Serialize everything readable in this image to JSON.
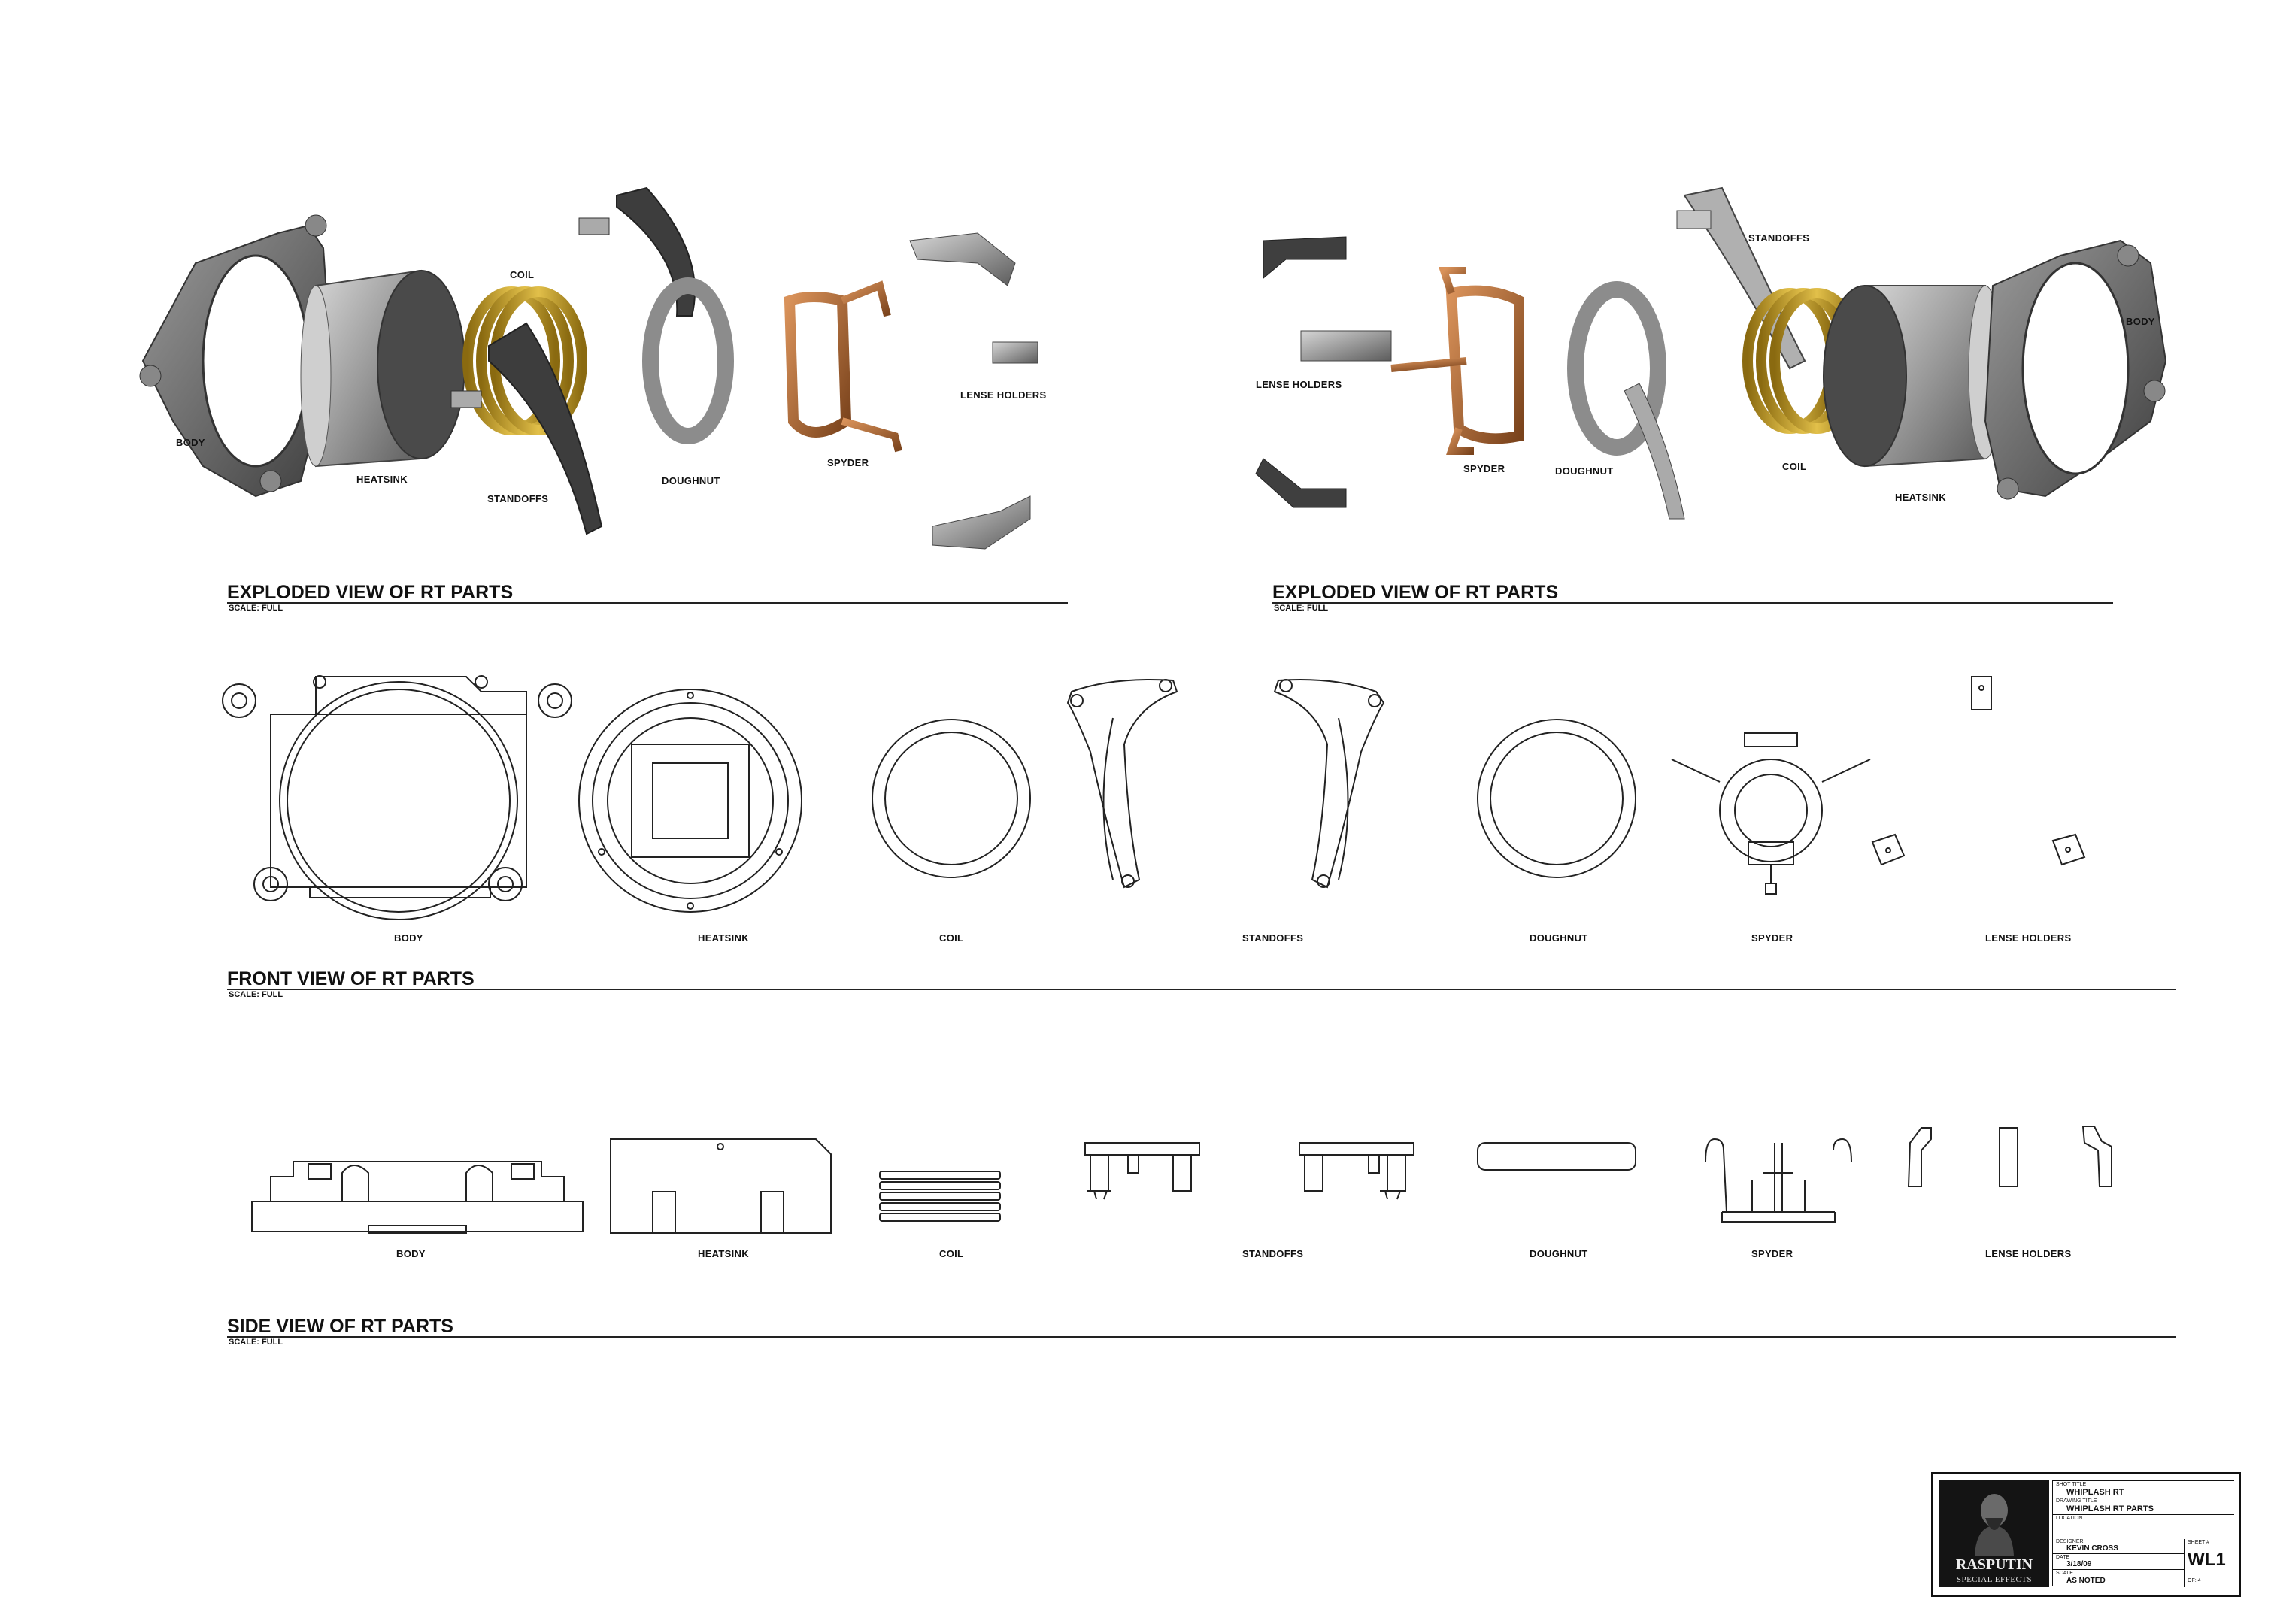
{
  "sections": {
    "exploded_left": {
      "title": "EXPLODED VIEW OF RT PARTS",
      "scale": "SCALE: FULL"
    },
    "exploded_right": {
      "title": "EXPLODED VIEW OF RT PARTS",
      "scale": "SCALE: FULL"
    },
    "front": {
      "title": "FRONT VIEW OF RT PARTS",
      "scale": "SCALE: FULL"
    },
    "side": {
      "title": "SIDE VIEW OF RT PARTS",
      "scale": "SCALE: FULL"
    }
  },
  "exploded_left_labels": {
    "body": "BODY",
    "heatsink": "HEATSINK",
    "coil": "COIL",
    "standoffs": "STANDOFFS",
    "doughnut": "DOUGHNUT",
    "spyder": "SPYDER",
    "lense_holders": "LENSE HOLDERS"
  },
  "exploded_right_labels": {
    "lense_holders": "LENSE HOLDERS",
    "spyder": "SPYDER",
    "doughnut": "DOUGHNUT",
    "standoffs": "STANDOFFS",
    "coil": "COIL",
    "heatsink": "HEATSINK",
    "body": "BODY"
  },
  "front_labels": {
    "body": "BODY",
    "heatsink": "HEATSINK",
    "coil": "COIL",
    "standoffs": "STANDOFFS",
    "doughnut": "DOUGHNUT",
    "spyder": "SPYDER",
    "lense_holders": "LENSE HOLDERS"
  },
  "side_labels": {
    "body": "BODY",
    "heatsink": "HEATSINK",
    "coil": "COIL",
    "standoffs": "STANDOFFS",
    "doughnut": "DOUGHNUT",
    "spyder": "SPYDER",
    "lense_holders": "LENSE HOLDERS"
  },
  "title_block": {
    "logo_name": "RASPUTIN",
    "logo_sub": "SPECIAL EFFECTS",
    "project_caption": "SHOT TITLE",
    "project": "WHIPLASH RT",
    "drawing_caption": "DRAWING TITLE",
    "drawing": "WHIPLASH RT PARTS",
    "location_caption": "LOCATION",
    "designer_caption": "DESIGNER",
    "designer": "KEVIN CROSS",
    "date_caption": "DATE",
    "date": "3/18/09",
    "scale_caption": "SCALE",
    "scale": "AS NOTED",
    "sheet_caption": "SHEET #",
    "sheet": "WL1",
    "sheet_of": "OF: 4"
  },
  "colors": {
    "metal": "#a8a8a8",
    "metal_dark": "#5a5a5a",
    "coil_gold": "#c9a12e",
    "spyder_copper": "#b8733a",
    "line": "#222222"
  }
}
